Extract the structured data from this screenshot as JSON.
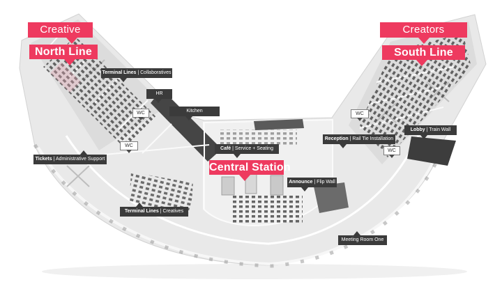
{
  "colors": {
    "banner_pink": "#ee3a5f",
    "label_dark": "#3b3b3b",
    "wc_bg": "#ffffff",
    "floor_light": "#e9e9e9",
    "floor_mid": "#dcdcdc"
  },
  "banners": {
    "creative": {
      "label": "Creative"
    },
    "north_line": {
      "label": "North Line"
    },
    "creators": {
      "label": "Creators"
    },
    "south_line": {
      "label": "South Line"
    },
    "central_station": {
      "label": "Central Station"
    }
  },
  "room_labels": {
    "terminal_collaboratives": {
      "bold": "Terminal Lines",
      "rest": " | Collaboratives"
    },
    "hr": {
      "bold": "",
      "rest": "HR"
    },
    "kitchen": {
      "bold": "",
      "rest": "Kitchen"
    },
    "tickets": {
      "bold": "Tickets",
      "rest": " | Administrative Support"
    },
    "terminal_creatives": {
      "bold": "Terminal Lines",
      "rest": " | Creatives"
    },
    "cafe": {
      "bold": "Café",
      "rest": " | Service + Seating"
    },
    "announce": {
      "bold": "Announce",
      "rest": " | Flip Wall"
    },
    "reception": {
      "bold": "Reception",
      "rest": " | Rail Tie Installation"
    },
    "lobby": {
      "bold": "Lobby",
      "rest": " | Train Wall"
    },
    "meeting_room": {
      "bold": "",
      "rest": "Meeting Room One"
    }
  },
  "wc": {
    "label": "WC"
  }
}
